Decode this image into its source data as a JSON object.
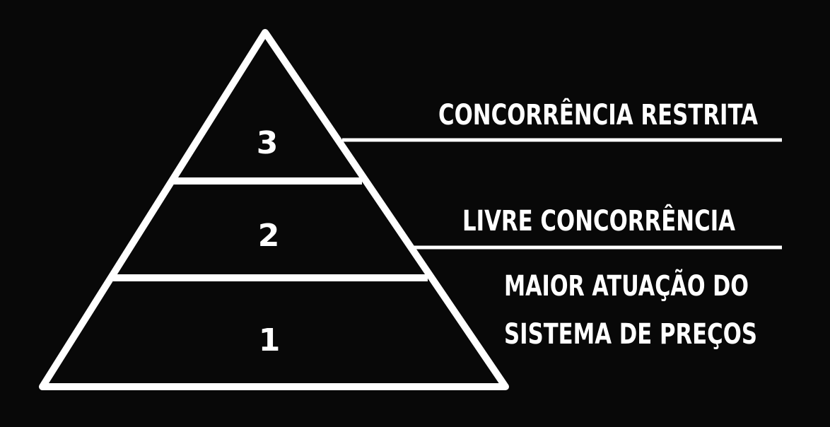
{
  "diagram": {
    "levels": [
      {
        "number": "3",
        "label_lines": [
          "CONCORRÊNCIA RESTRITA"
        ]
      },
      {
        "number": "2",
        "label_lines": [
          "LIVRE CONCORRÊNCIA"
        ]
      },
      {
        "number": "1",
        "label_lines": [
          "MAIOR ATUAÇÃO DO",
          "SISTEMA DE PREÇOS"
        ]
      }
    ],
    "colors": {
      "background": "#080808",
      "foreground": "#ffffff"
    }
  }
}
